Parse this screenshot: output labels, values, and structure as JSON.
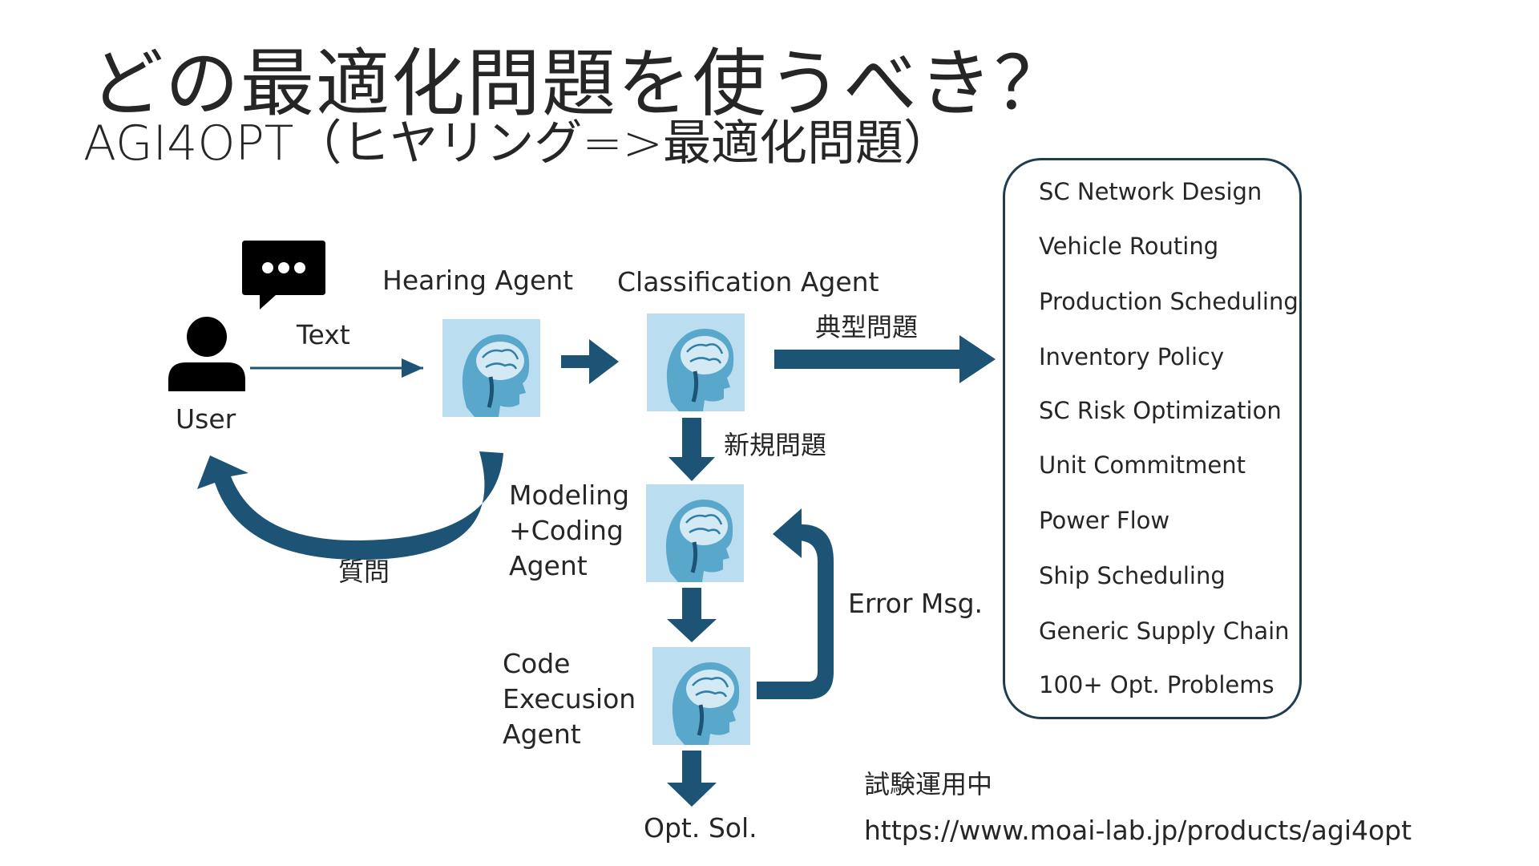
{
  "title": "どの最適化問題を使うべき？",
  "subtitle": "AGI4OPT（ヒヤリング=>最適化問題）",
  "user": {
    "label": "User",
    "message_text": "Text"
  },
  "agents": {
    "hearing": "Hearing Agent",
    "classification": "Classification Agent",
    "modeling": [
      "Modeling",
      "+Coding",
      "Agent"
    ],
    "execution": [
      "Code",
      "Execusion",
      "Agent"
    ]
  },
  "edges": {
    "question": "質問",
    "typical": "典型問題",
    "new_problem": "新規問題",
    "error": "Error Msg.",
    "solution": "Opt. Sol."
  },
  "problems": [
    "SC Network Design",
    "Vehicle Routing",
    "Production  Scheduling",
    "Inventory Policy",
    "SC Risk Optimization",
    "Unit Commitment",
    "Power Flow",
    "Ship Scheduling",
    "Generic Supply Chain",
    "100+ Opt.  Problems"
  ],
  "status": "試験運用中",
  "url": "https://www.moai-lab.jp/products/agi4opt",
  "colors": {
    "arrow": "#1d5374",
    "text": "#262626",
    "icon": "#000000",
    "box_border": "#1f3c50"
  }
}
